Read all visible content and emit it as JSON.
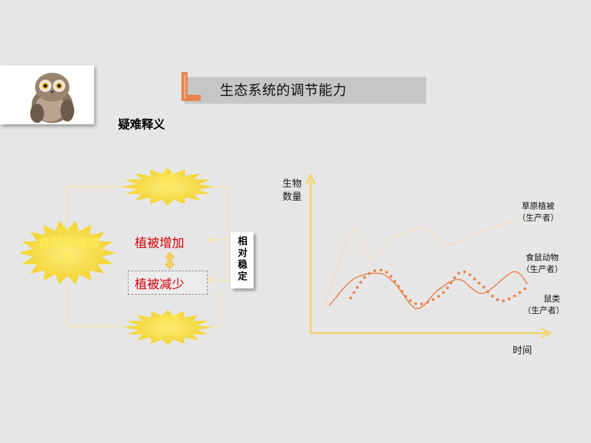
{
  "header": {
    "title": "生态系统的调节能力",
    "subtitle": "疑难释义"
  },
  "cycle": {
    "top_burst": "鼠类增多",
    "left_burst": "食鼠动物增多",
    "bottom_burst": "鼠类减少",
    "increase_label": "植被增加",
    "decrease_label": "植被减少",
    "stable_label": "相对稳定"
  },
  "colors": {
    "burst_fill": "#f6d838",
    "burst_text": "#ffee55",
    "accent_red": "#d6000c",
    "accent_orange": "#e8834e",
    "axis_yellow": "#f7d160"
  },
  "chart_data": {
    "type": "line",
    "ylabel": "生物数量",
    "xlabel": "时间",
    "series": [
      {
        "name": "草原植被",
        "name_note": "（生产者）",
        "style": "faint solid",
        "points": [
          [
            0.06,
            0.18
          ],
          [
            0.18,
            0.68
          ],
          [
            0.25,
            0.48
          ],
          [
            0.34,
            0.62
          ],
          [
            0.48,
            0.68
          ],
          [
            0.58,
            0.58
          ],
          [
            0.72,
            0.66
          ],
          [
            0.88,
            0.74
          ]
        ]
      },
      {
        "name": "食鼠动物",
        "name_note": "（生产者）",
        "style": "solid orange",
        "points": [
          [
            0.08,
            0.18
          ],
          [
            0.18,
            0.35
          ],
          [
            0.29,
            0.39
          ],
          [
            0.36,
            0.32
          ],
          [
            0.45,
            0.16
          ],
          [
            0.54,
            0.28
          ],
          [
            0.63,
            0.35
          ],
          [
            0.73,
            0.26
          ],
          [
            0.86,
            0.4
          ],
          [
            0.92,
            0.32
          ]
        ]
      },
      {
        "name": "鼠类",
        "name_note": "（生产者）",
        "style": "dotted orange",
        "points": [
          [
            0.17,
            0.23
          ],
          [
            0.24,
            0.38
          ],
          [
            0.32,
            0.4
          ],
          [
            0.41,
            0.23
          ],
          [
            0.47,
            0.19
          ],
          [
            0.56,
            0.26
          ],
          [
            0.64,
            0.4
          ],
          [
            0.72,
            0.32
          ],
          [
            0.81,
            0.21
          ],
          [
            0.92,
            0.3
          ]
        ]
      }
    ]
  }
}
